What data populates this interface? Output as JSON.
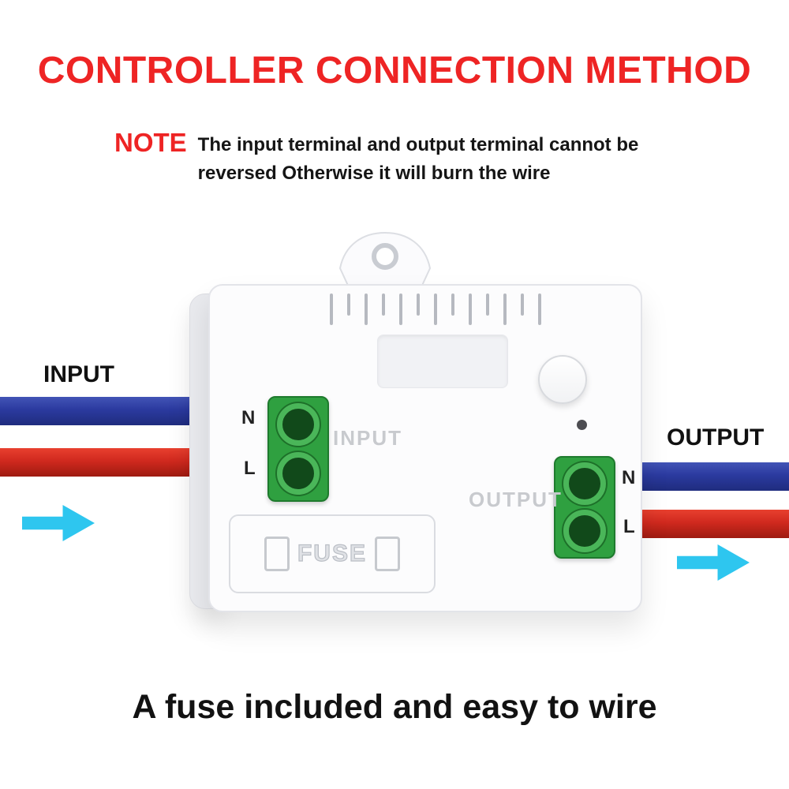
{
  "title": "CONTROLLER CONNECTION METHOD",
  "note": {
    "label": "NOTE",
    "text": "The input terminal and output terminal cannot be reversed Otherwise it will burn the wire"
  },
  "wiring": {
    "input_label": "INPUT",
    "output_label": "OUTPUT"
  },
  "device": {
    "input_section_label": "INPUT",
    "output_section_label": "OUTPUT",
    "input_n": "N",
    "input_l": "L",
    "output_n": "N",
    "output_l": "L",
    "fuse_label": "FUSE"
  },
  "footer": "A fuse included and easy to wire",
  "colors": {
    "heading_red": "#ee2424",
    "wire_blue": "#2b3a9f",
    "wire_red": "#d0291e",
    "arrow_cyan": "#2ec6ef",
    "terminal_green": "#2fa040"
  }
}
